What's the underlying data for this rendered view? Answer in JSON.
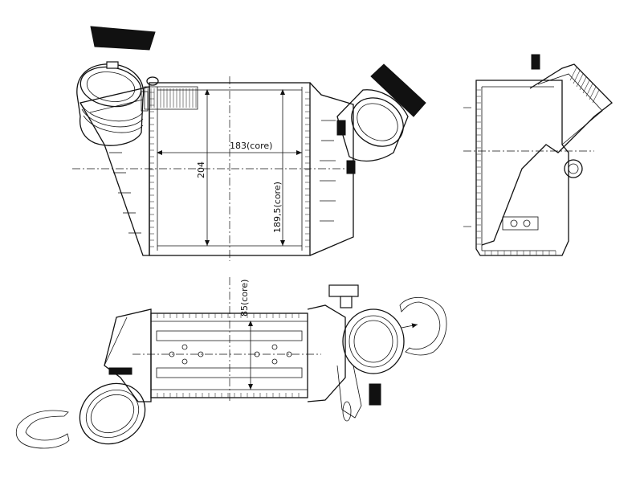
{
  "drawing": {
    "dimensions": {
      "width_core": "183(core)",
      "height_total": "204",
      "height_core": "189,5(core)",
      "depth_core": "85(core)"
    }
  }
}
